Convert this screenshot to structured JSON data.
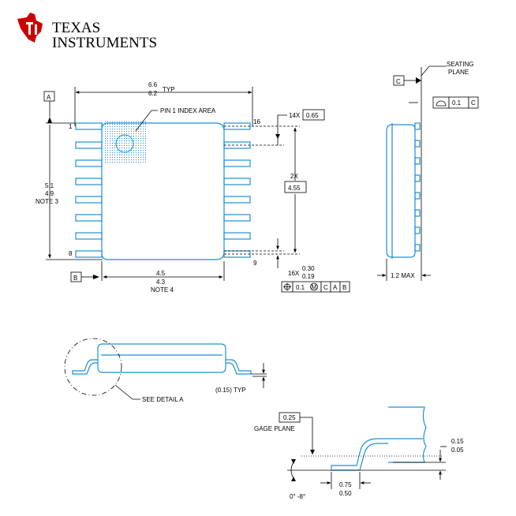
{
  "brand": {
    "line1": "TEXAS",
    "line2": "INSTRUMENTS",
    "logo_color": "#cc0000"
  },
  "colors": {
    "package_outline": "#1e8fd6",
    "dimension": "#000000"
  },
  "top_view": {
    "datum_a": "A",
    "datum_b": "B",
    "width_max": "6.6",
    "width_min": "6.2",
    "width_suffix": "TYP",
    "pin1_label": "PIN 1 INDEX AREA",
    "pin_first": "1",
    "pin_last_left": "8",
    "pin_top_right": "16",
    "pin_bottom_right": "9",
    "length_max": "5.1",
    "length_min": "4.9",
    "length_note": "NOTE 3",
    "body_max": "4.5",
    "body_min": "4.3",
    "body_note": "NOTE 4",
    "pitch_count": "14X",
    "pitch": "0.65",
    "span_count": "2X",
    "span": "4.55",
    "lead_count": "16X",
    "lead_max": "0.30",
    "lead_min": "0.19",
    "position_tol": "0.1",
    "position_modifier": "M",
    "position_datums": [
      "C",
      "A",
      "B"
    ]
  },
  "side_view": {
    "datum_c": "C",
    "seating_label_1": "SEATING",
    "seating_label_2": "PLANE",
    "flatness_tol": "0.1",
    "flatness_datum": "C",
    "height": "1.2 MAX"
  },
  "section_view": {
    "standoff": "(0.15) TYP",
    "detail_label": "SEE DETAIL  A"
  },
  "detail_view": {
    "gage": "0.25",
    "gage_label": "GAGE PLANE",
    "standoff_max": "0.15",
    "standoff_min": "0.05",
    "foot_max": "0.75",
    "foot_min": "0.50",
    "angle": "0° -8°"
  }
}
